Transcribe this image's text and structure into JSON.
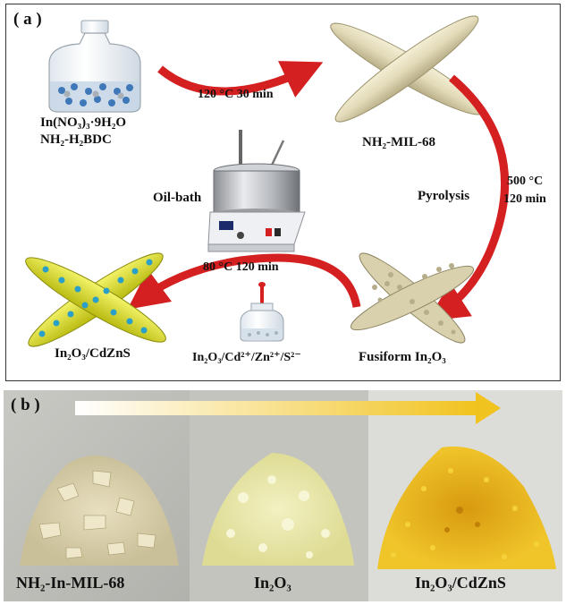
{
  "panel_a": {
    "letter": "( a )",
    "reagents": [
      "In(NO₃)₃·9H₂O",
      "NH₂-H₂BDC"
    ],
    "step1": "120 °C 30 min",
    "product1": "NH₂-MIL-68",
    "oil_bath": "Oil-bath",
    "pyrolysis": "Pyrolysis",
    "step2_temp": "500 °C",
    "step2_time": "120 min",
    "step3": "80 °C 120 min",
    "product2": "Fusiform In₂O₃",
    "precursor": "In₂O₃/Cd²⁺/Zn²⁺/S²⁻",
    "product3": "In₂O₃/CdZnS"
  },
  "panel_b": {
    "letter": "( b )",
    "samples": [
      "NH₂-In-MIL-68",
      "In₂O₃",
      "In₂O₃/CdZnS"
    ]
  },
  "colors": {
    "arrow_red": "#d42020",
    "spindle_beige": "#e3dcbc",
    "cdzns_yellow": "#e0e01a",
    "powder_mil": "#dcd2b0",
    "powder_in2o3": "#ecebb0",
    "powder_cdzns": "#e6b21a"
  }
}
